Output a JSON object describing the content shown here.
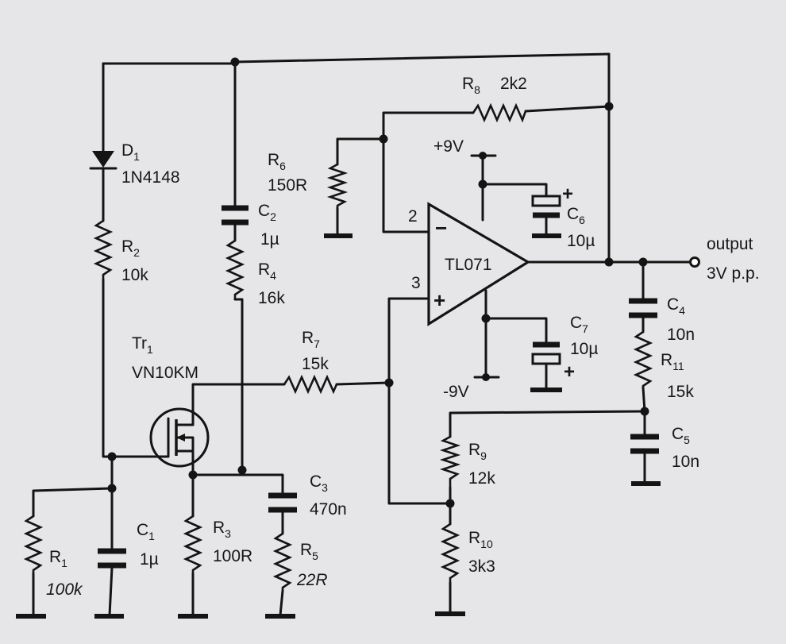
{
  "diagram": {
    "components": {
      "d1": {
        "name": "D",
        "sub": "1",
        "value": "1N4148"
      },
      "r1": {
        "name": "R",
        "sub": "1",
        "value": "100k"
      },
      "r2": {
        "name": "R",
        "sub": "2",
        "value": "10k"
      },
      "r3": {
        "name": "R",
        "sub": "3",
        "value": "100R"
      },
      "r4": {
        "name": "R",
        "sub": "4",
        "value": "16k"
      },
      "r5": {
        "name": "R",
        "sub": "5",
        "value": "22R"
      },
      "r6": {
        "name": "R",
        "sub": "6",
        "value": "150R"
      },
      "r7": {
        "name": "R",
        "sub": "7",
        "value": "15k"
      },
      "r8": {
        "name": "R",
        "sub": "8",
        "value": "2k2"
      },
      "r9": {
        "name": "R",
        "sub": "9",
        "value": "12k"
      },
      "r10": {
        "name": "R",
        "sub": "10",
        "value": "3k3"
      },
      "r11": {
        "name": "R",
        "sub": "11",
        "value": "15k"
      },
      "c1": {
        "name": "C",
        "sub": "1",
        "value": "1µ"
      },
      "c2": {
        "name": "C",
        "sub": "2",
        "value": "1µ"
      },
      "c3": {
        "name": "C",
        "sub": "3",
        "value": "470n"
      },
      "c4": {
        "name": "C",
        "sub": "4",
        "value": "10n"
      },
      "c5": {
        "name": "C",
        "sub": "5",
        "value": "10n"
      },
      "c6": {
        "name": "C",
        "sub": "6",
        "value": "10µ"
      },
      "c7": {
        "name": "C",
        "sub": "7",
        "value": "10µ"
      },
      "tr1": {
        "name": "Tr",
        "sub": "1",
        "value": "VN10KM"
      },
      "ic": {
        "value": "TL071",
        "pin_inv": "2",
        "pin_noninv": "3",
        "minus": "−",
        "plus": "+"
      }
    },
    "supply": {
      "pos": "+9V",
      "neg": "-9V"
    },
    "polarity": {
      "c6": "+",
      "c7": "+"
    },
    "output": {
      "label": "output",
      "level": "3V p.p."
    }
  }
}
